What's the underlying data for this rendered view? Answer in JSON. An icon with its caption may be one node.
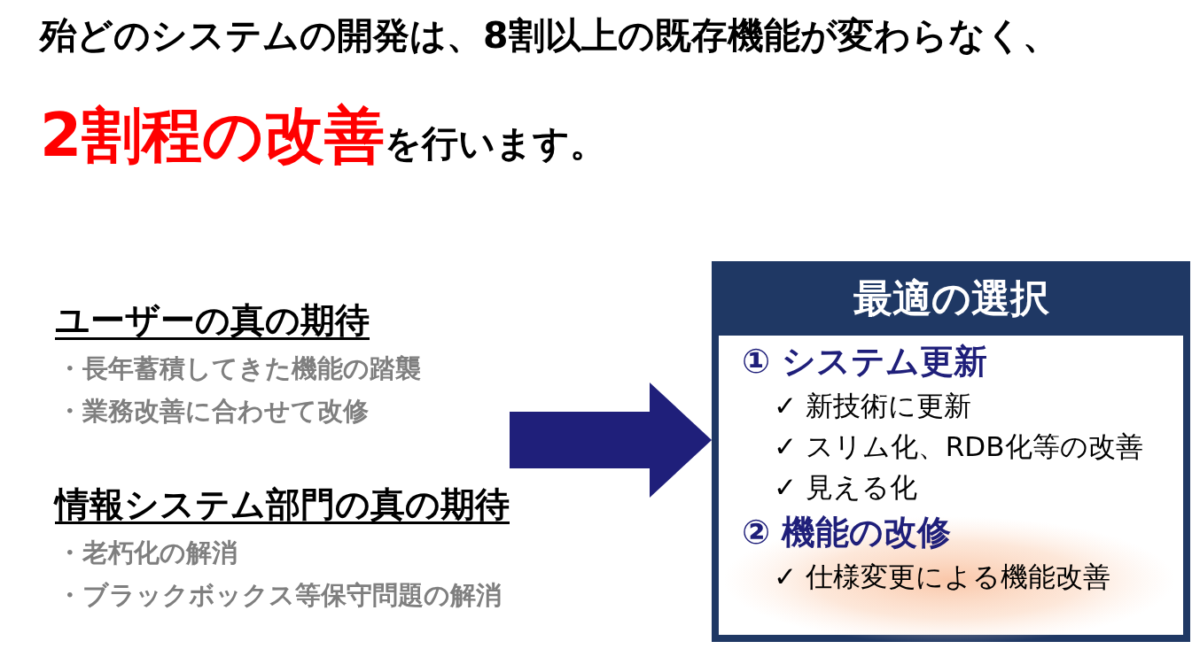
{
  "diagram": {
    "title": "殆どのシステムの開発は、8割以上の既存機能が変わらなく、**2割程の改善**を行います。",
    "nodes": [
      {
        "text": [
          "ユーザーの真の期待",
          "・長年蓄積してきた機能の踏襲",
          "・業務改善に合わせて改修",
          "情報システム部門の真の期待",
          "・老朽化の解消",
          "・ブラックボックス等保守問題の解消"
        ]
      },
      {
        "text": [
          "最適の選択",
          "① システム更新",
          "✓ 新技術に更新",
          "✓ スリム化、RDB化等の改善",
          "✓ 見える化",
          "② 機能の改修",
          "✓ 仕様変更による機能改善"
        ]
      }
    ],
    "edges": [
      {
        "from": 0,
        "to": 1,
        "arrow": "to"
      }
    ]
  }
}
